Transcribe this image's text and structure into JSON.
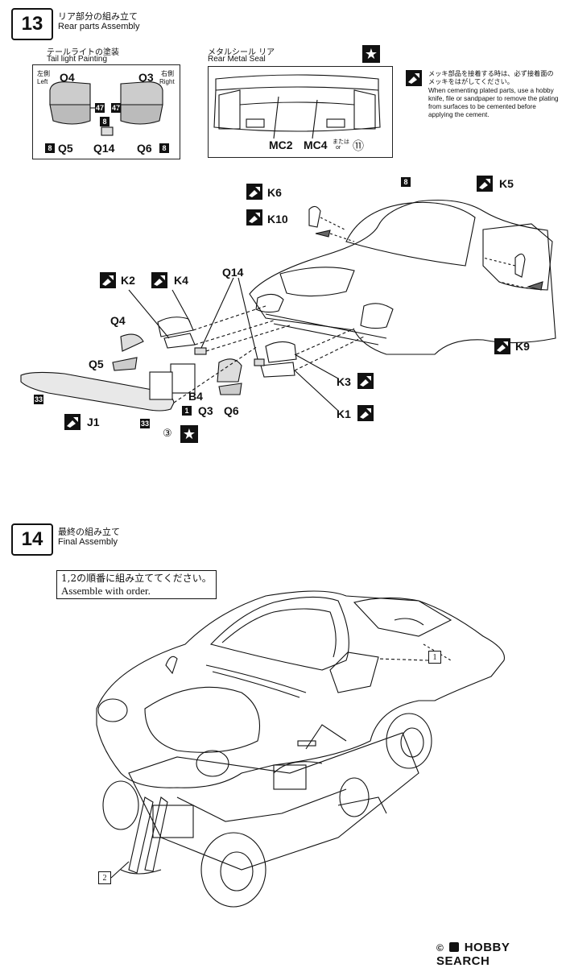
{
  "step13": {
    "number": "13",
    "title_jp": "リア部分の組み立て",
    "title_en": "Rear parts Assembly",
    "tail_jp": "テールライトの塗装",
    "tail_en": "Tail light Painting",
    "left_jp": "左側",
    "left_en": "Left",
    "right_jp": "右側",
    "right_en": "Right",
    "q4": "Q4",
    "q3": "Q3",
    "q5": "Q5",
    "q14": "Q14",
    "q6": "Q6",
    "c47": "47",
    "c8": "8",
    "seal_jp": "メタルシール リア",
    "seal_en": "Rear Metal Seal",
    "mc2": "MC2",
    "mc4": "MC4",
    "or_jp": "または",
    "or_en": "or",
    "c11": "⑪",
    "note_jp": "メッキ部品を接着する時は、必ず接着面のメッキをはがしてください。",
    "note_en": "When cementing plated parts, use a hobby knife, file or sandpaper to remove the plating from surfaces to be cemented before applying the cement.",
    "parts": {
      "k6": "K6",
      "k10": "K10",
      "k5": "K5",
      "k9": "K9",
      "k2": "K2",
      "k4": "K4",
      "q14": "Q14",
      "q4": "Q4",
      "q5": "Q5",
      "k3": "K3",
      "k1": "K1",
      "b4": "B4",
      "q3": "Q3",
      "q6": "Q6",
      "j1": "J1",
      "c8": "8",
      "c33a": "33",
      "c33b": "33",
      "c1": "1",
      "c3": "③"
    }
  },
  "step14": {
    "number": "14",
    "title_jp": "最終の組み立て",
    "title_en": "Final Assembly",
    "order_jp": "1,2の順番に組み立ててください。",
    "order_en": "Assemble with order.",
    "callout1": "1",
    "callout2": "2"
  },
  "watermark": {
    "copyright": "©",
    "brand": "HOBBY SEARCH"
  }
}
